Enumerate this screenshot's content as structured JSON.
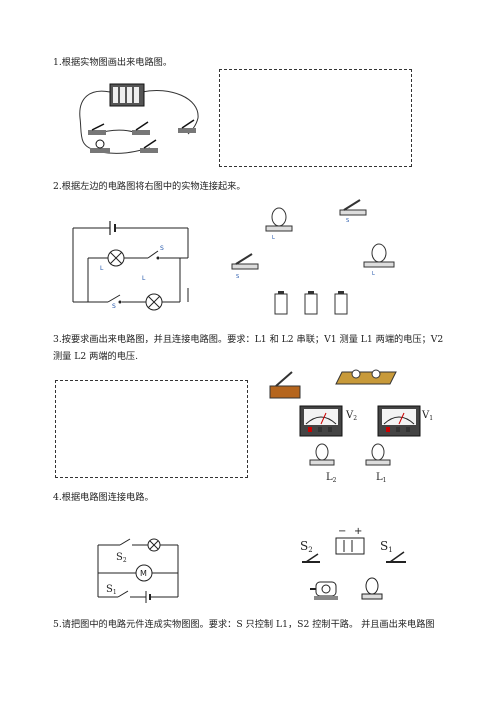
{
  "q1": {
    "text": "1.根据实物图画出来电路图。"
  },
  "q2": {
    "text": "2.根据左边的电路图将右图中的实物连接起来。",
    "circuit_labels": {
      "l1": "L",
      "l2": "L",
      "s1": "S",
      "s2": "S"
    },
    "parts_labels": {
      "lamp1": "L",
      "lamp2": "L",
      "switch1": "S",
      "switch2": "S"
    }
  },
  "q3": {
    "text": "3.按要求画出来电路图，并且连接电路图。要求：L1 和 L2 串联；V1 测量 L1 两端的电压；V2 测量 L2 两端的电压.",
    "labels": {
      "v2": "V",
      "v2_sub": "2",
      "v1": "V",
      "v1_sub": "1",
      "l2": "L",
      "l2_sub": "2",
      "l1": "L",
      "l1_sub": "1"
    }
  },
  "q4": {
    "text": "4.根据电路图连接电路。",
    "circuit_labels": {
      "s2": "S",
      "s2_sub": "2",
      "s1": "S",
      "s1_sub": "1",
      "motor": "M"
    },
    "parts_labels": {
      "s2": "S",
      "s2_sub": "2",
      "s1": "S",
      "s1_sub": "1",
      "minus": "−",
      "plus": "+"
    }
  },
  "q5": {
    "text": "5.请把图中的电路元件连成实物图图。要求：S 只控制 L1，S2 控制干路。 并且画出来电路图"
  }
}
